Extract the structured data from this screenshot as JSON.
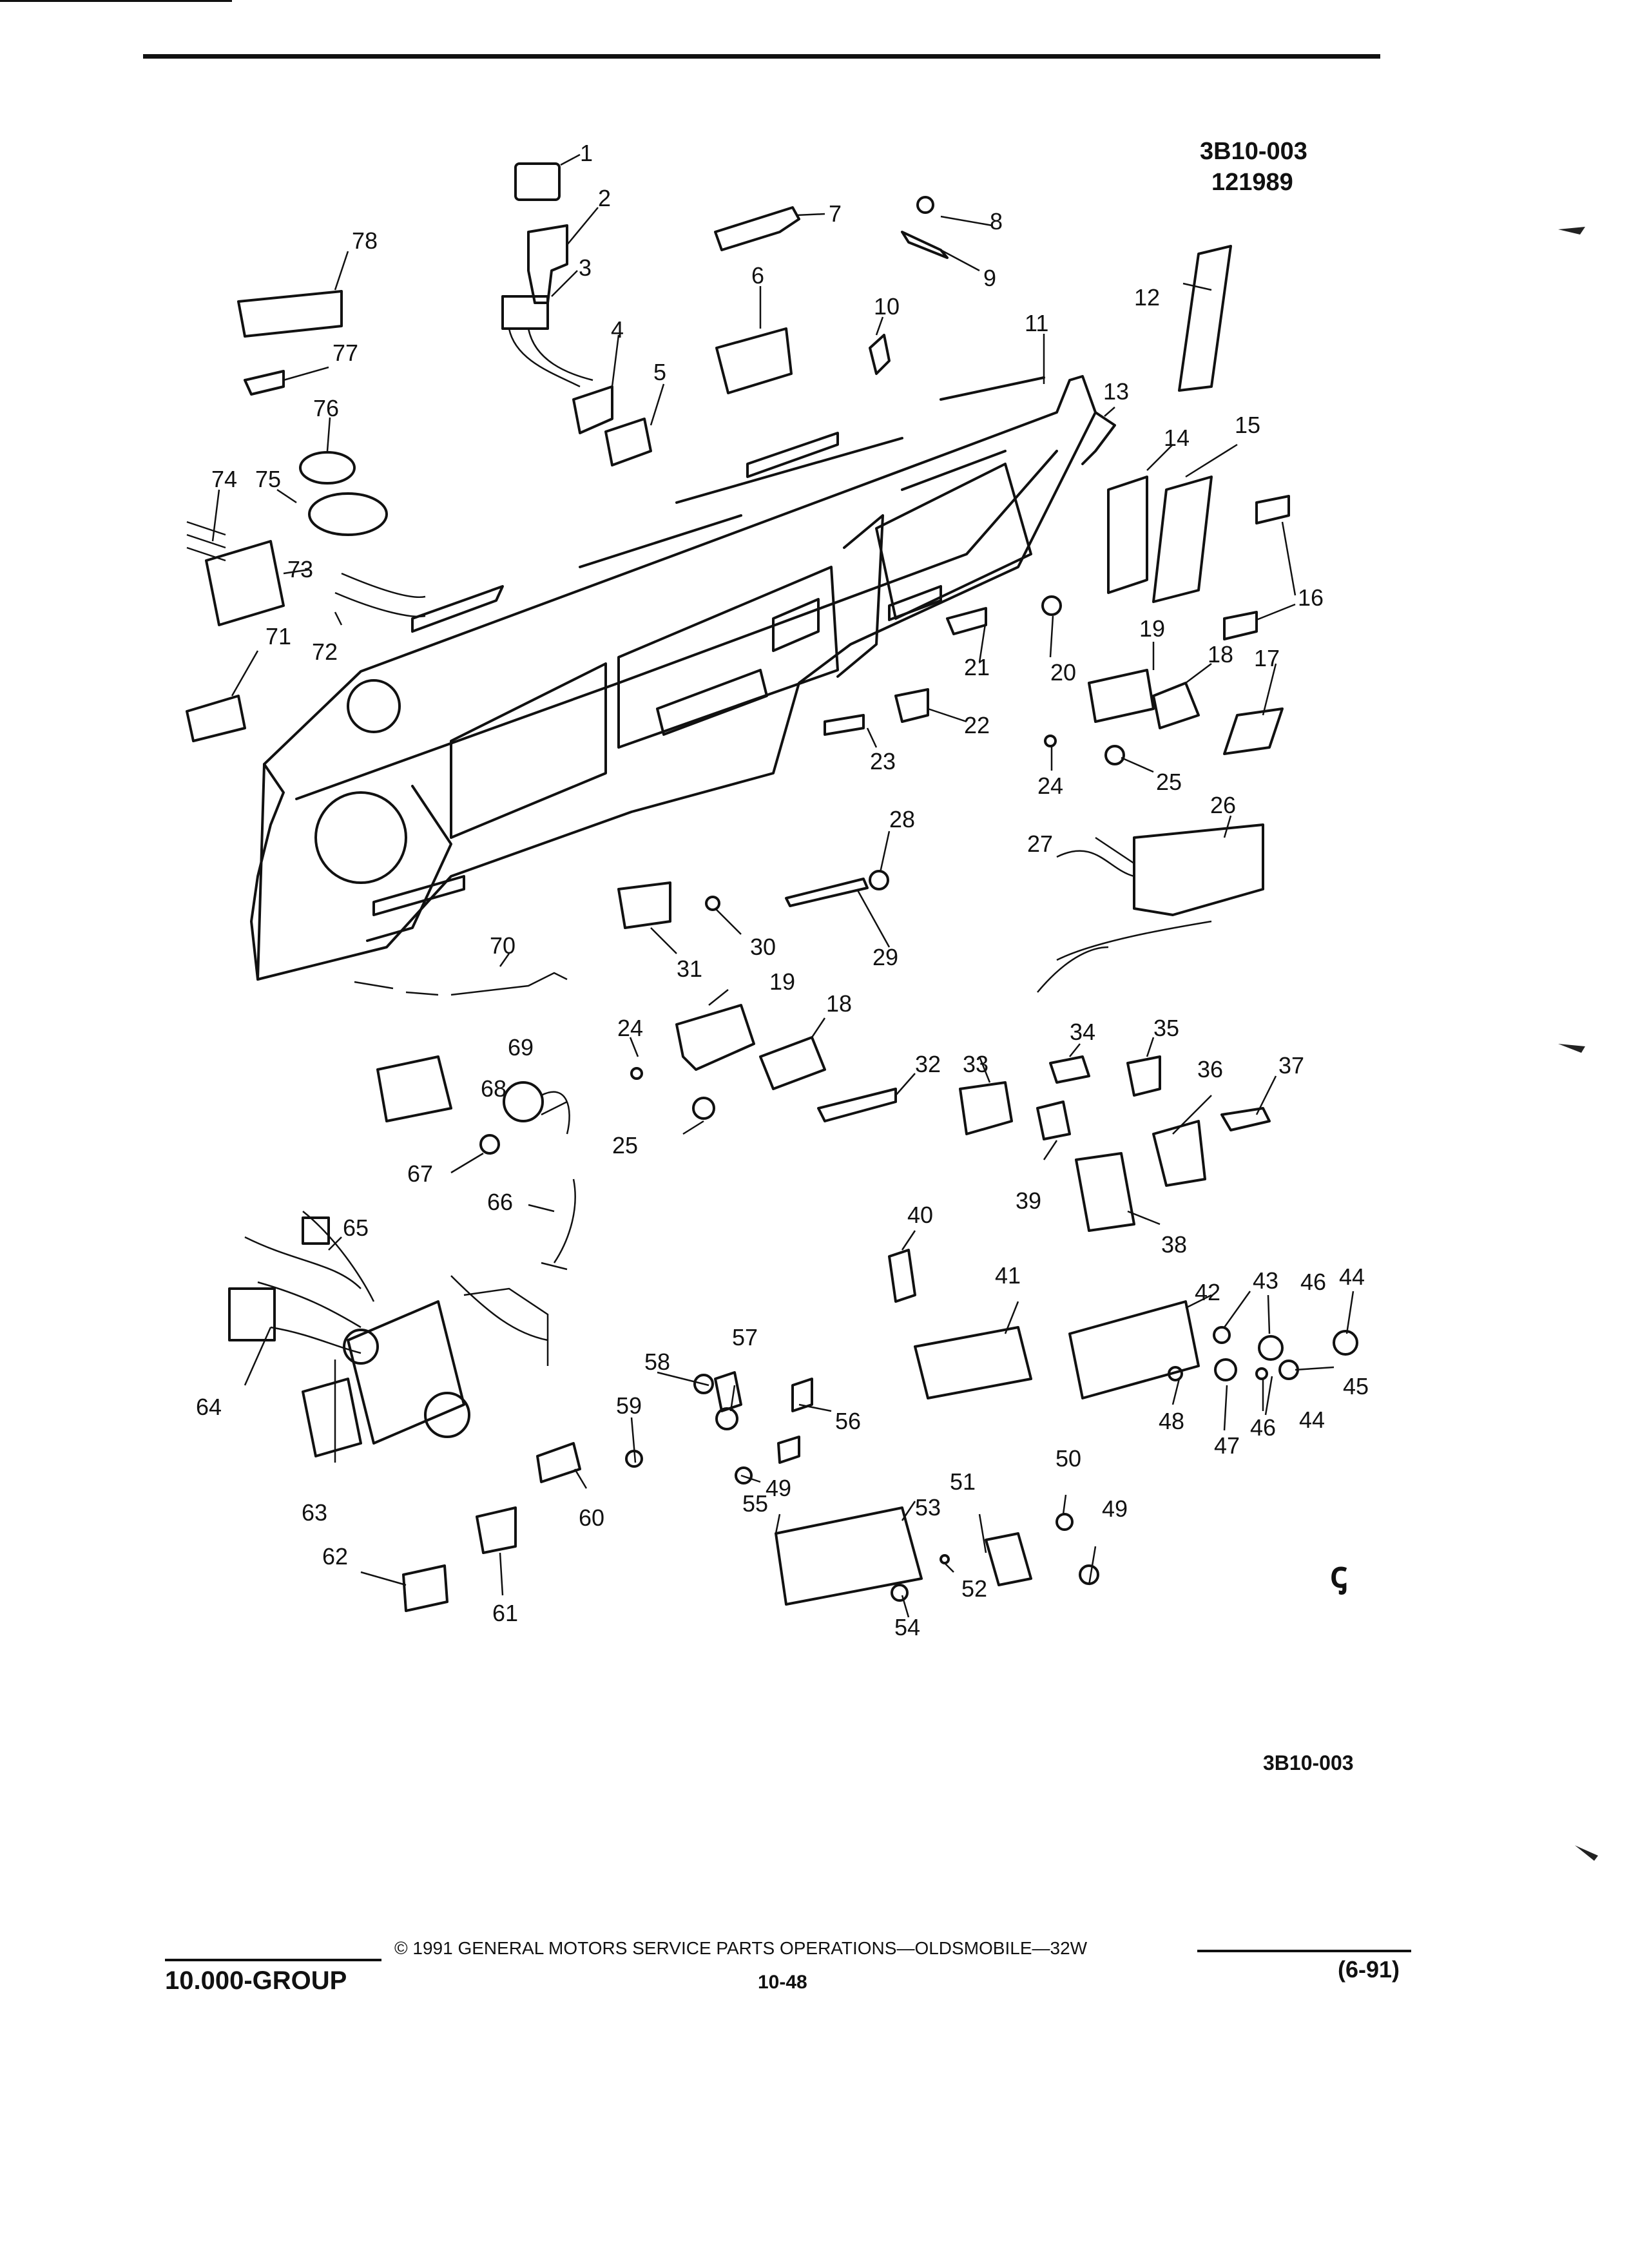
{
  "header": {
    "figure_code": "3B10-003",
    "figure_date": "121989"
  },
  "footer": {
    "figure_code": "3B10-003",
    "copyright": "© 1991 GENERAL MOTORS SERVICE PARTS OPERATIONS—OLDSMOBILE—32W",
    "group": "10.000-GROUP",
    "page_number": "10-48",
    "revision": "(6-91)"
  },
  "corner_mark": "ꞔ",
  "callouts": [
    "1",
    "2",
    "3",
    "4",
    "5",
    "6",
    "7",
    "8",
    "9",
    "10",
    "11",
    "12",
    "13",
    "14",
    "15",
    "16",
    "17",
    "18",
    "19",
    "20",
    "21",
    "22",
    "23",
    "24",
    "25",
    "26",
    "27",
    "28",
    "29",
    "30",
    "31",
    "70",
    "19",
    "18",
    "24",
    "32",
    "33",
    "34",
    "35",
    "36",
    "37",
    "69",
    "68",
    "25",
    "67",
    "66",
    "38",
    "39",
    "40",
    "65",
    "41",
    "42",
    "43",
    "46",
    "44",
    "64",
    "57",
    "58",
    "59",
    "56",
    "48",
    "45",
    "46",
    "44",
    "47",
    "49",
    "50",
    "51",
    "53",
    "55",
    "60",
    "63",
    "62",
    "61",
    "52",
    "54",
    "49",
    "78",
    "77",
    "76",
    "75",
    "74",
    "73",
    "72",
    "71"
  ]
}
